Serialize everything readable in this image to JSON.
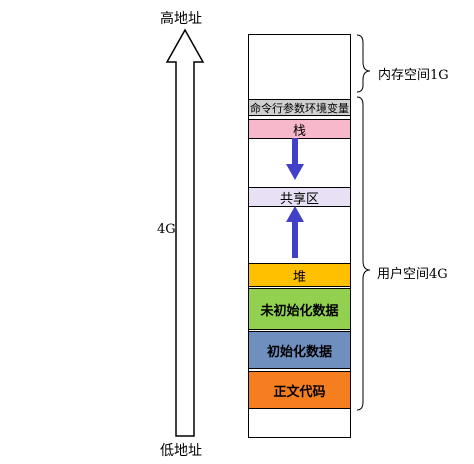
{
  "addresses": {
    "high": "高地址",
    "low": "低地址",
    "total_size": "4G"
  },
  "regions": {
    "kernel_label": "内存空间1G",
    "user_label": "用户空间4G"
  },
  "segments": {
    "env": {
      "label": "命令行参数环境变量",
      "color": "#d0d0d0"
    },
    "stack": {
      "label": "栈",
      "color": "#f7b8cc"
    },
    "shared": {
      "label": "共享区",
      "color": "#e8e0f4"
    },
    "heap": {
      "label": "堆",
      "color": "#ffc000"
    },
    "bss": {
      "label": "未初始化数据",
      "color": "#92d050"
    },
    "data": {
      "label": "初始化数据",
      "color": "#6f8fbf"
    },
    "text": {
      "label": "正文代码",
      "color": "#f57e1f"
    }
  },
  "colors": {
    "growth_arrow": "#4040c8"
  }
}
